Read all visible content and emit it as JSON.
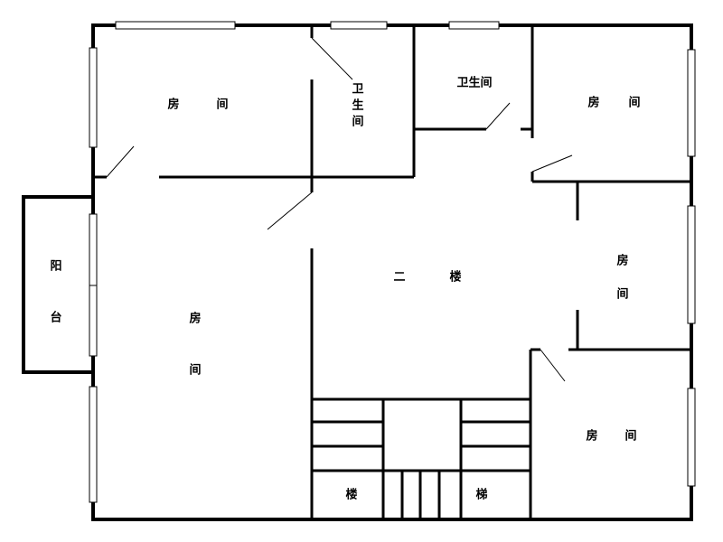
{
  "colors": {
    "wall": "#000000",
    "window_fill": "#ffffff",
    "background": "#ffffff"
  },
  "rooms": {
    "room_top_left": {
      "chars": [
        "房",
        "间"
      ]
    },
    "bathroom_left": {
      "chars": [
        "卫",
        "生",
        "间"
      ]
    },
    "bathroom_right": {
      "text": "卫生间"
    },
    "room_top_right": {
      "chars": [
        "房",
        "间"
      ]
    },
    "balcony": {
      "chars": [
        "阳",
        "台"
      ]
    },
    "room_left_large": {
      "chars": [
        "房",
        "间"
      ]
    },
    "hall": {
      "chars": [
        "二",
        "楼"
      ]
    },
    "room_right_middle": {
      "chars": [
        "房",
        "间"
      ]
    },
    "room_bottom_right": {
      "chars": [
        "房",
        "间"
      ]
    },
    "stairs": {
      "chars": [
        "楼",
        "梯"
      ]
    }
  }
}
